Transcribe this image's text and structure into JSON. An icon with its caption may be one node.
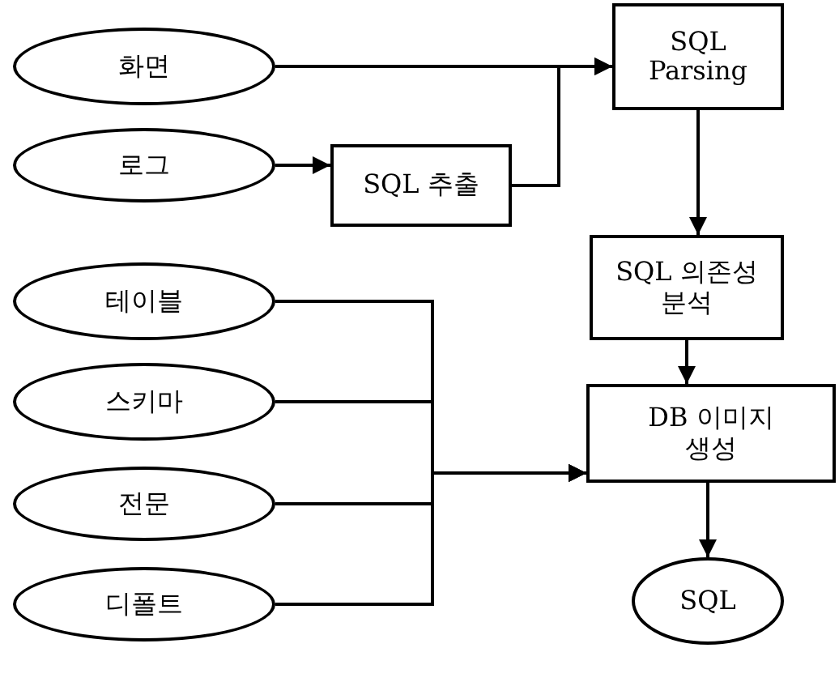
{
  "diagram": {
    "nodes": [
      {
        "text": [
          "화면"
        ]
      },
      {
        "text": [
          "SQL Parsing"
        ]
      },
      {
        "text": [
          "로그"
        ]
      },
      {
        "text": [
          "SQL 추출"
        ]
      },
      {
        "text": [
          "테이블"
        ]
      },
      {
        "text": [
          "SQL 의존성 분석"
        ]
      },
      {
        "text": [
          "스키마"
        ]
      },
      {
        "text": [
          "DB 이미지생성"
        ]
      },
      {
        "text": [
          "전문"
        ]
      },
      {
        "text": [
          "디폴트"
        ]
      },
      {
        "text": [
          "SQL"
        ]
      }
    ],
    "edges": [
      {
        "from": 0,
        "to": 1,
        "arrow": "to"
      },
      {
        "from": 2,
        "to": 3,
        "arrow": "to"
      },
      {
        "from": 3,
        "to": 1,
        "arrow": "to"
      },
      {
        "from": 1,
        "to": 5,
        "arrow": "to"
      },
      {
        "from": 5,
        "to": 7,
        "arrow": "to"
      },
      {
        "from": 4,
        "to": 7,
        "arrow": "to"
      },
      {
        "from": 6,
        "to": 7,
        "arrow": "to"
      },
      {
        "from": 8,
        "to": 7,
        "arrow": "to"
      },
      {
        "from": 9,
        "to": 7,
        "arrow": "to"
      },
      {
        "from": 7,
        "to": 10,
        "arrow": "to"
      }
    ]
  }
}
